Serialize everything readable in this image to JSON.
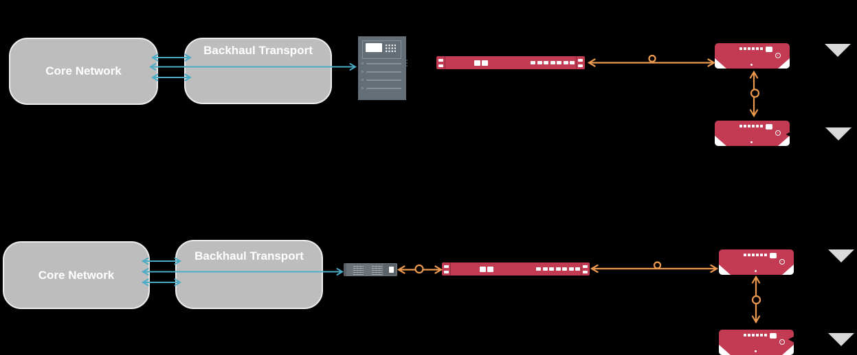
{
  "colors": {
    "background": "#000000",
    "box-fill": "#BDBDBD",
    "box-border": "#EDEDED",
    "box-text": "#FFFFFF",
    "accent-cyan": "#4BACC6",
    "accent-orange": "#ED9A4F",
    "device-red": "#C23B53",
    "device-slate": "#646E76",
    "device-slate-dark": "#5A626A",
    "device-detail-light": "#8A9299",
    "antenna-gray": "#D9D9D9",
    "icon-white": "#FFFFFF",
    "link-black": "#000000"
  },
  "labels": {
    "row1": {
      "core": "Core Network",
      "backhaul": "Backhaul Transport"
    },
    "row2": {
      "core": "Core Network",
      "backhaul": "Backhaul Transport"
    }
  },
  "icons": {
    "server-cabinet-icon": "gray cabinet with white display, keypad dot-grid and 4 slot rows",
    "rack-unit-icon": "red 1U chassis with mounting-hole ears, two white squares and dash row",
    "radio-unit-icon": "red radio with LED dash row, port square, target dial, white corner wedges",
    "media-converter-icon": "gray vented 1U unit with white button",
    "antenna-icon": "light-gray downward triangle",
    "ring-icon": "small orange circle on link",
    "arrowhead-icon": "open chevron arrowhead"
  },
  "diagram": {
    "type": "network-topology",
    "rows": [
      {
        "nodes": [
          "core-network",
          "backhaul-transport",
          "server-cabinet",
          "rack-unit",
          "radio-unit-1",
          "radio-unit-2",
          "antenna-1",
          "antenna-2"
        ],
        "links": [
          {
            "from": "core-network",
            "to": "backhaul-transport",
            "style": "double-arrow",
            "color": "cyan"
          },
          {
            "from": "core-network",
            "to": "server-cabinet",
            "style": "double-arrow-over-box",
            "color": "cyan"
          },
          {
            "from": "core-network",
            "to": "backhaul-transport",
            "style": "double-arrow",
            "color": "cyan"
          },
          {
            "from": "rack-unit",
            "to": "radio-unit-1",
            "style": "double-arrow-with-ring",
            "color": "orange"
          },
          {
            "from": "radio-unit-1",
            "to": "radio-unit-2",
            "style": "double-arrow-with-ring",
            "color": "orange"
          },
          {
            "from": "antenna-2",
            "to": "radio-unit-2",
            "style": "black-arrowhead",
            "color": "black"
          }
        ]
      },
      {
        "nodes": [
          "core-network",
          "backhaul-transport",
          "media-converter",
          "rack-unit",
          "radio-unit-1",
          "radio-unit-2",
          "antenna-1",
          "antenna-2"
        ],
        "links": [
          {
            "from": "core-network",
            "to": "backhaul-transport",
            "style": "double-arrow",
            "color": "cyan"
          },
          {
            "from": "core-network",
            "to": "media-converter",
            "style": "double-arrow-over-box",
            "color": "cyan"
          },
          {
            "from": "core-network",
            "to": "backhaul-transport",
            "style": "double-arrow",
            "color": "cyan"
          },
          {
            "from": "media-converter",
            "to": "rack-unit",
            "style": "double-arrow-with-ring",
            "color": "orange"
          },
          {
            "from": "rack-unit",
            "to": "radio-unit-1",
            "style": "double-arrow-with-ring",
            "color": "orange"
          },
          {
            "from": "radio-unit-1",
            "to": "radio-unit-2",
            "style": "double-arrow-with-ring",
            "color": "orange"
          },
          {
            "from": "antenna-2",
            "to": "radio-unit-2",
            "style": "black-arrowhead",
            "color": "black"
          }
        ]
      }
    ]
  }
}
